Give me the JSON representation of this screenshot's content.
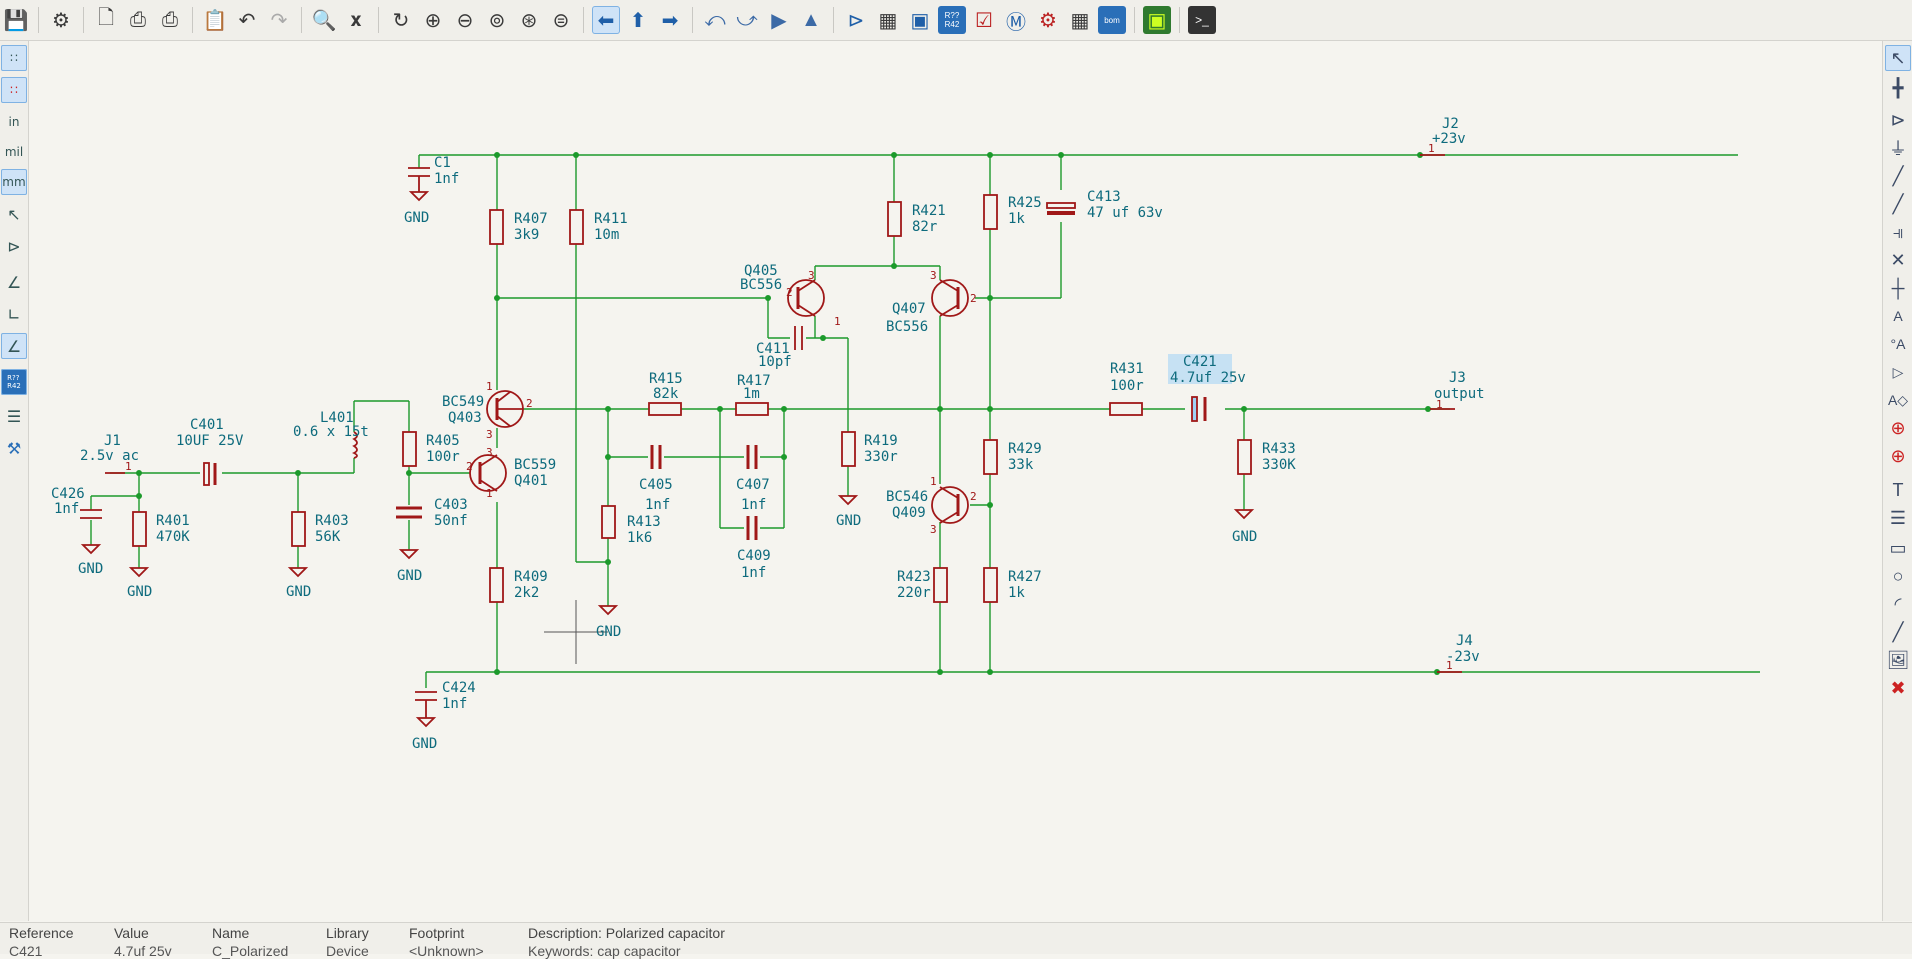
{
  "toolbar": {
    "icons": [
      "save-icon",
      "schematic-setup-icon",
      "page-settings-icon",
      "print-icon",
      "plot-icon",
      "paste-icon",
      "undo-icon",
      "redo-icon",
      "find-icon",
      "find-replace-icon",
      "refresh-icon",
      "zoom-in-icon",
      "zoom-out-icon",
      "zoom-fit-icon",
      "zoom-objects-icon",
      "zoom-selection-icon",
      "navigate-back-icon",
      "navigate-up-icon",
      "navigate-forward-icon",
      "rotate-ccw-icon",
      "rotate-cw-icon",
      "mirror-h-icon",
      "mirror-v-icon",
      "symbol-editor-icon",
      "symbol-library-icon",
      "footprint-assign-icon",
      "annotate-icon",
      "erc-icon",
      "simulator-icon",
      "footprint-editor-icon",
      "bom-table-icon",
      "bom-icon",
      "pcb-editor-icon",
      "scripting-console-icon"
    ],
    "annotate_label": "R??\nR42",
    "bom_label": "bom"
  },
  "left_toolbar": {
    "inch_label": "in",
    "mil_label": "mil",
    "mm_label": "mm",
    "annotate_label": "R??\nR42"
  },
  "schematic": {
    "components": [
      {
        "ref": "C1",
        "value": "1nf"
      },
      {
        "ref": "R407",
        "value": "3k9"
      },
      {
        "ref": "R411",
        "value": "10m"
      },
      {
        "ref": "R421",
        "value": "82r"
      },
      {
        "ref": "R425",
        "value": "1k"
      },
      {
        "ref": "C413",
        "value": "47 uf 63v"
      },
      {
        "ref": "Q405",
        "value": "BC556"
      },
      {
        "ref": "Q407",
        "value": "BC556"
      },
      {
        "ref": "C411",
        "value": "10pf"
      },
      {
        "ref": "J2",
        "value": "+23v"
      },
      {
        "ref": "J1",
        "value": "2.5v ac"
      },
      {
        "ref": "C401",
        "value": "10UF 25V"
      },
      {
        "ref": "L401",
        "value": "0.6 x 15t"
      },
      {
        "ref": "BC549",
        "value": "Q403"
      },
      {
        "ref": "R415",
        "value": "82k"
      },
      {
        "ref": "R417",
        "value": "1m"
      },
      {
        "ref": "R431",
        "value": "100r"
      },
      {
        "ref": "C421",
        "value": "4.7uf 25v"
      },
      {
        "ref": "J3",
        "value": "output"
      },
      {
        "ref": "R405",
        "value": "100r"
      },
      {
        "ref": "BC559",
        "value": "Q401"
      },
      {
        "ref": "R419",
        "value": "330r"
      },
      {
        "ref": "R429",
        "value": "33k"
      },
      {
        "ref": "R433",
        "value": "330K"
      },
      {
        "ref": "C426",
        "value": "1nf"
      },
      {
        "ref": "R401",
        "value": "470K"
      },
      {
        "ref": "R403",
        "value": "56K"
      },
      {
        "ref": "C403",
        "value": "50nf"
      },
      {
        "ref": "C405",
        "value": "1nf"
      },
      {
        "ref": "C407",
        "value": "1nf"
      },
      {
        "ref": "R413",
        "value": "1k6"
      },
      {
        "ref": "C409",
        "value": "1nf"
      },
      {
        "ref": "BC546",
        "value": "Q409"
      },
      {
        "ref": "R409",
        "value": "2k2"
      },
      {
        "ref": "R423",
        "value": "220r"
      },
      {
        "ref": "R427",
        "value": "1k"
      },
      {
        "ref": "J4",
        "value": "-23v"
      },
      {
        "ref": "C424",
        "value": "1nf"
      }
    ],
    "gnd_label": "GND",
    "pin1": "1",
    "pin2": "2",
    "pin3": "3",
    "accent_color": "#a01818",
    "wire_color": "#1c9a2b",
    "label_color": "#0e6b7d",
    "selection_color": "#9fd2f5"
  },
  "right_toolbar": {
    "icons": [
      "select-icon",
      "highlight-net-icon",
      "add-symbol-icon",
      "add-power-icon",
      "add-wire-icon",
      "add-bus-icon",
      "bus-entry-icon",
      "no-connect-icon",
      "junction-icon",
      "net-label-icon",
      "global-label-icon",
      "hier-label-icon",
      "hier-sheet-icon",
      "import-sheet-pin-icon",
      "sheet-pin-icon",
      "text-icon",
      "textbox-icon",
      "rectangle-icon",
      "circle-icon",
      "arc-icon",
      "line-icon",
      "image-icon",
      "delete-icon"
    ],
    "text_glyph": "T"
  },
  "status": {
    "reference_label": "Reference",
    "reference_value": "C421",
    "value_label": "Value",
    "value_value": "4.7uf 25v",
    "name_label": "Name",
    "name_value": "C_Polarized",
    "library_label": "Library",
    "library_value": "Device",
    "footprint_label": "Footprint",
    "footprint_value": "<Unknown>",
    "description": "Description: Polarized capacitor",
    "keywords": "Keywords: cap capacitor"
  }
}
